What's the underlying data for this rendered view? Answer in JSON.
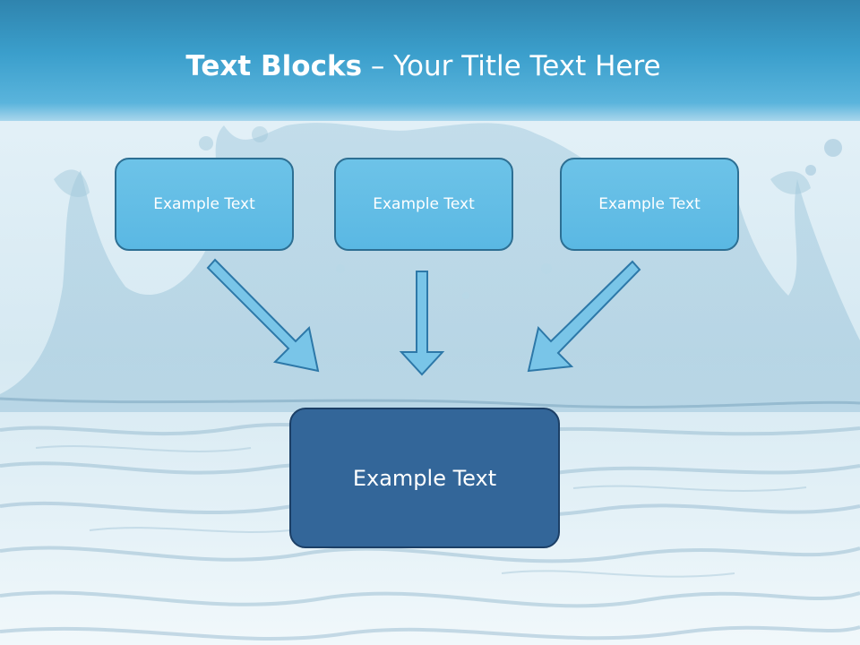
{
  "slide": {
    "title_bold": "Text Blocks",
    "title_dash": " – ",
    "title_rest": "Your Title Text Here"
  },
  "diagram": {
    "top_blocks": [
      {
        "label": "Example Text"
      },
      {
        "label": "Example Text"
      },
      {
        "label": "Example Text"
      }
    ],
    "bottom_block": {
      "label": "Example Text"
    }
  },
  "colors": {
    "header_blue": "#3b9fcc",
    "small_box_fill": "#5ab8e3",
    "small_box_border": "#2d6f93",
    "big_box_fill": "#336699",
    "arrow_fill": "#79c5e8",
    "arrow_stroke": "#2d78a8"
  }
}
